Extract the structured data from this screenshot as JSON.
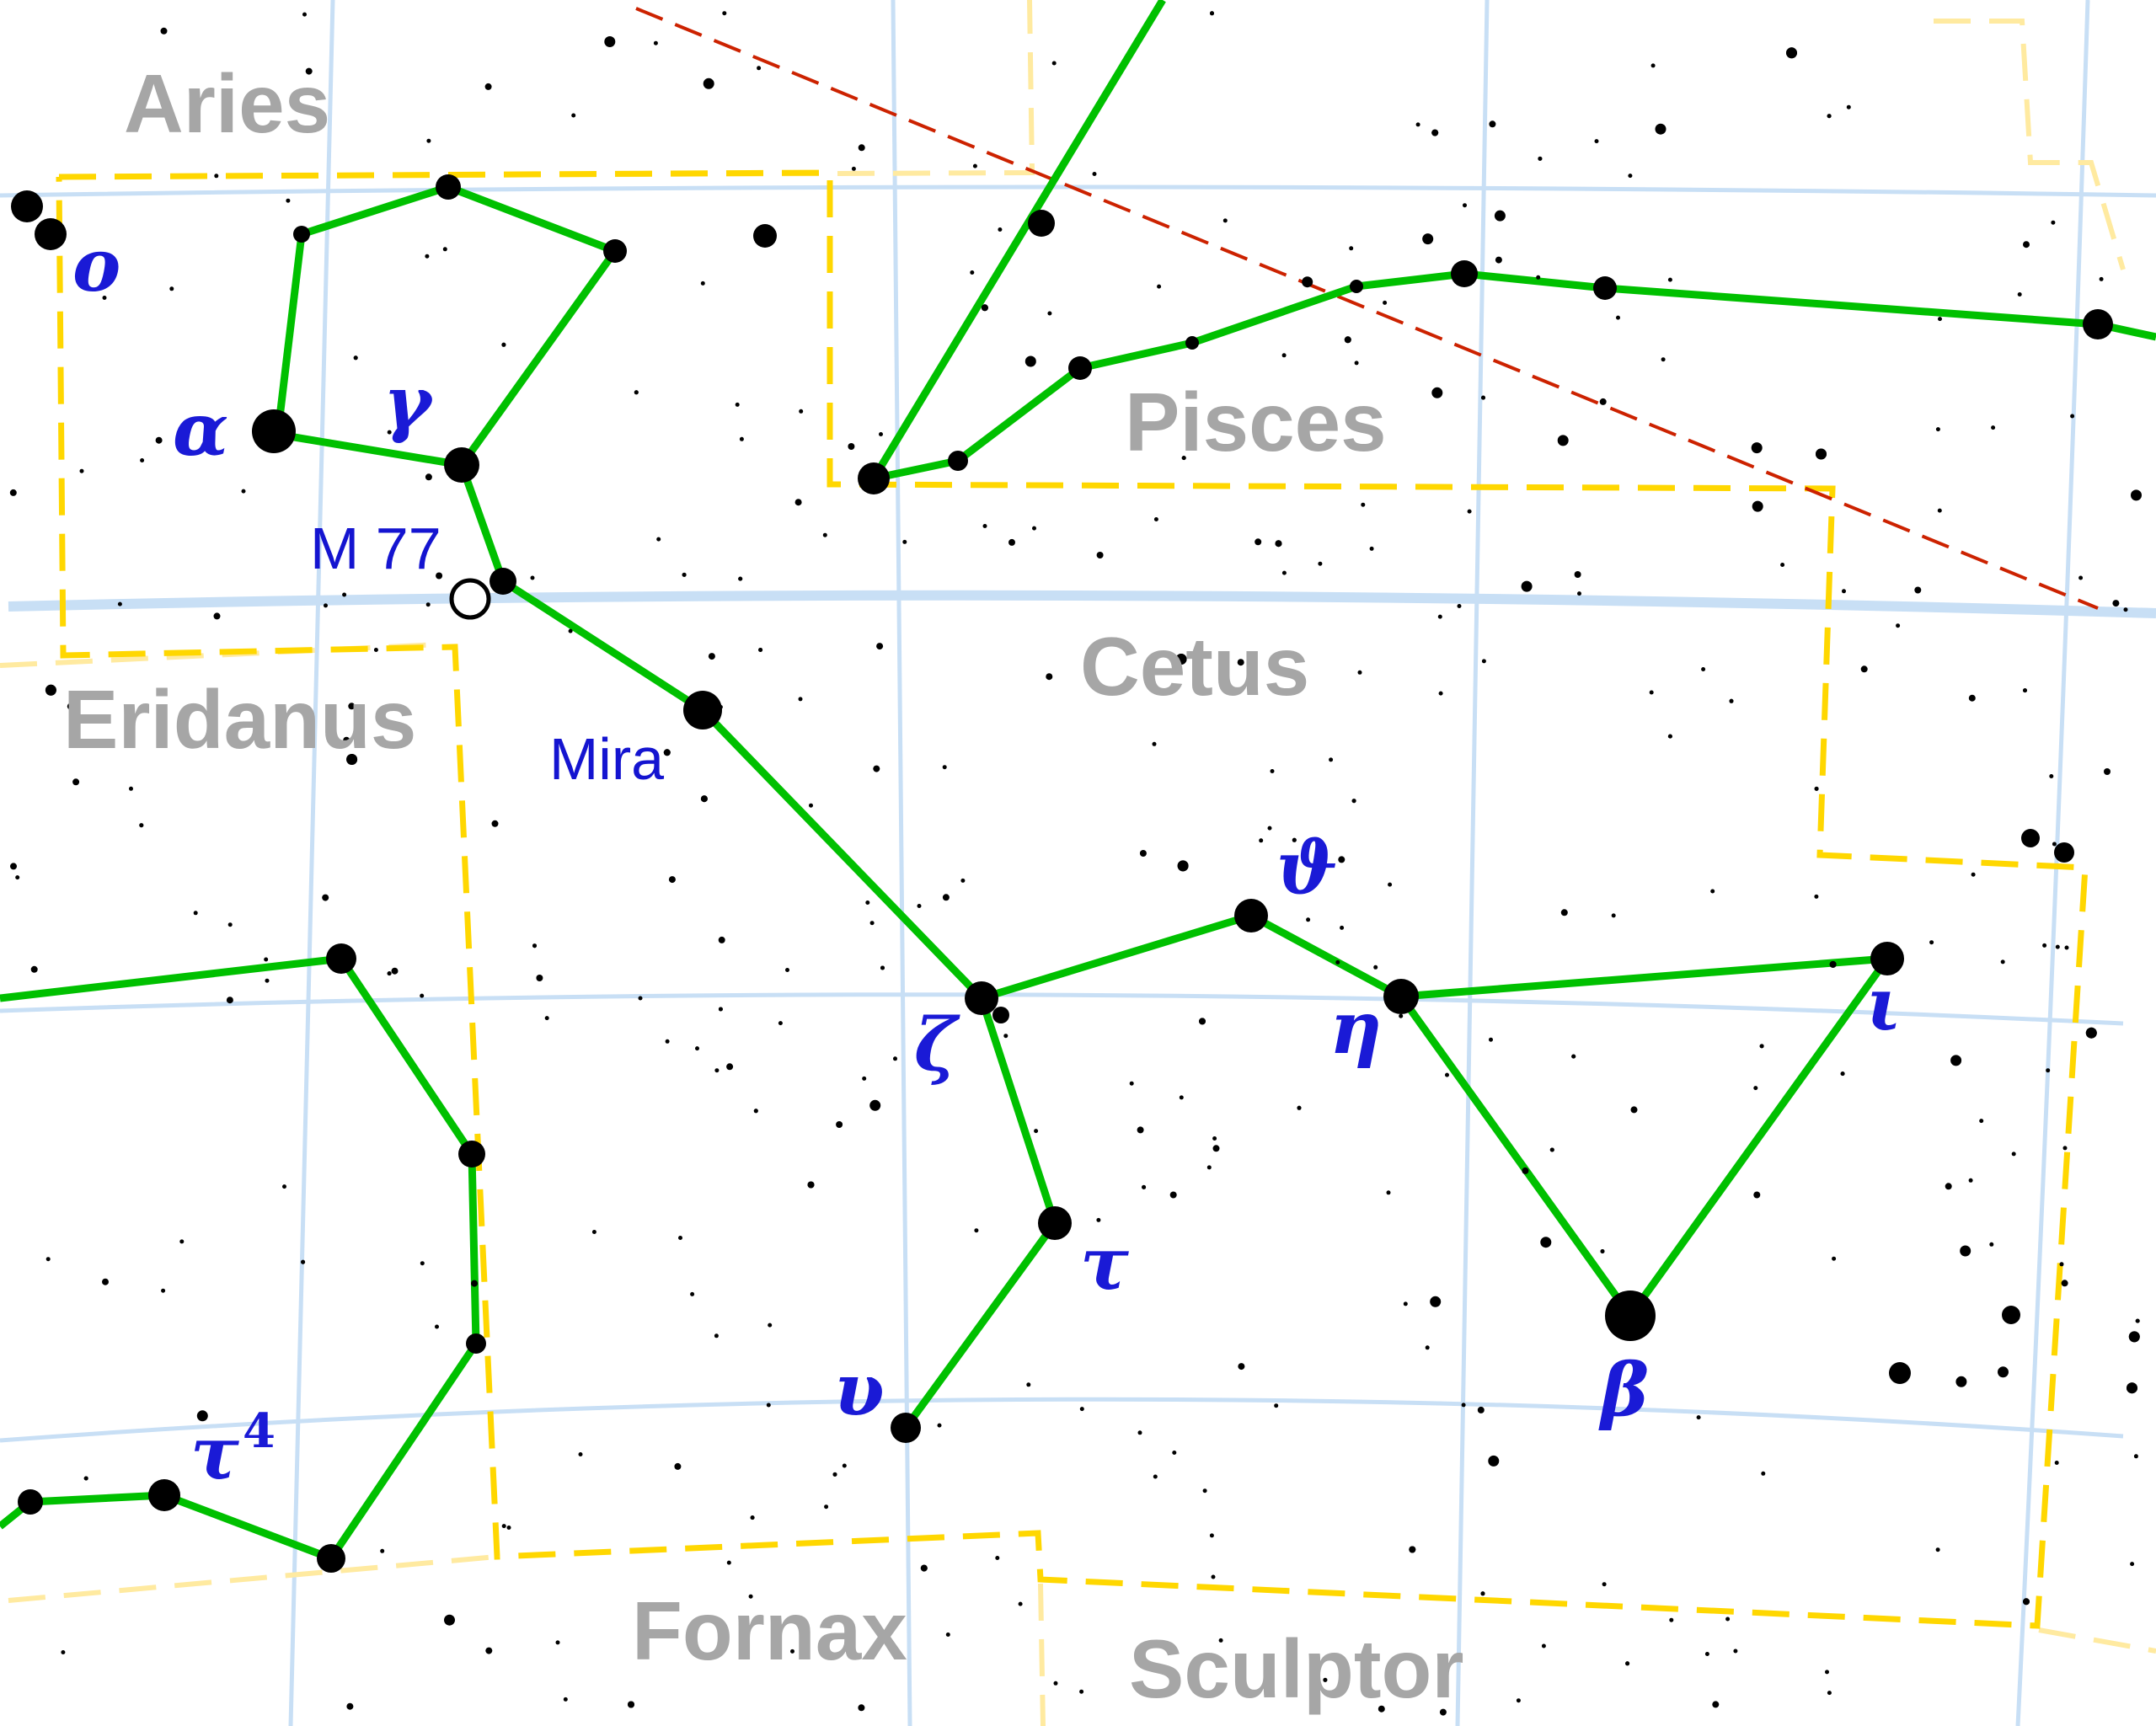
{
  "title": "",
  "constellations": {
    "aries": "Aries",
    "pisces": "Pisces",
    "cetus": "Cetus",
    "eridanus": "Eridanus",
    "fornax": "Fornax",
    "sculptor": "Sculptor"
  },
  "star_labels": {
    "omicron": "o",
    "alpha": "α",
    "gamma": "γ",
    "theta": "ϑ",
    "zeta": "ζ",
    "eta": "η",
    "iota": "ι",
    "tau": "τ",
    "upsilon": "υ",
    "beta": "β",
    "tau4": "τ",
    "tau4_sup": "4"
  },
  "deep_sky_labels": {
    "m77": "M 77",
    "mira": "Mira"
  },
  "colors": {
    "background": "#ffffff",
    "constellation_line": "#00c000",
    "boundary": "#ffd700",
    "boundary_faint": "#ffeaa0",
    "ecliptic": "#cc2200",
    "grid": "#c8dff5",
    "star": "#000000",
    "constellation_label": "#a6a6a6",
    "star_label": "#1a1ad6"
  },
  "icons": {
    "star": "filled-circle",
    "galaxy": "open-circle"
  }
}
